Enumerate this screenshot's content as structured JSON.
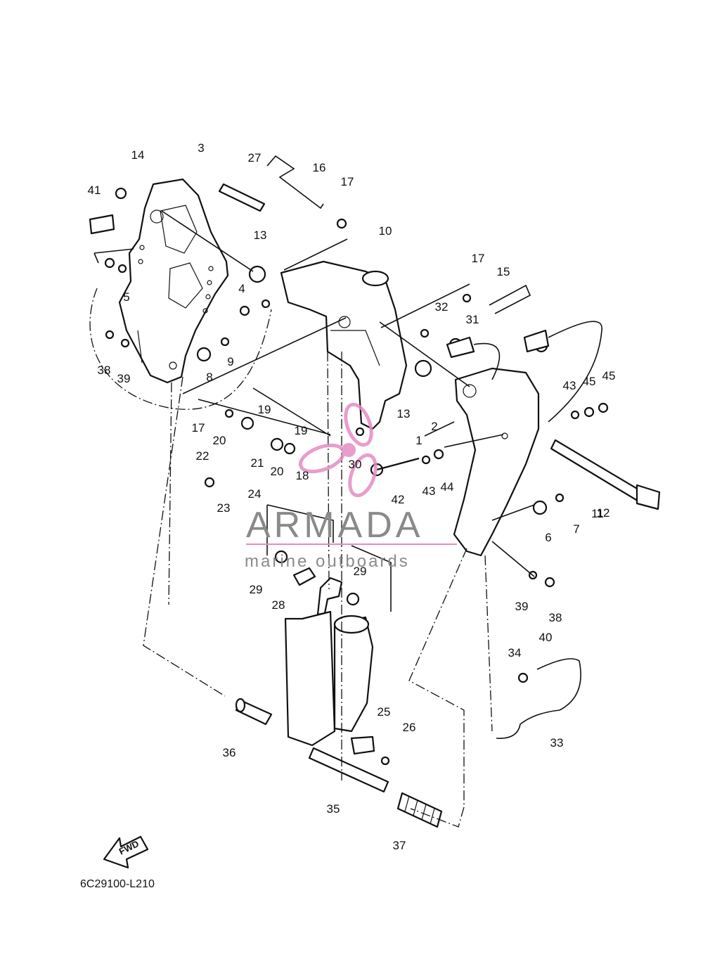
{
  "diagram": {
    "code": "6C29100-L210",
    "fwd_label": "FWD",
    "callouts": [
      "1",
      "2",
      "3",
      "4",
      "5",
      "6",
      "7",
      "8",
      "9",
      "10",
      "11",
      "12",
      "13",
      "13",
      "14",
      "15",
      "16",
      "17",
      "17",
      "17",
      "18",
      "19",
      "19",
      "20",
      "20",
      "21",
      "22",
      "23",
      "24",
      "25",
      "26",
      "27",
      "28",
      "29",
      "29",
      "30",
      "31",
      "32",
      "33",
      "34",
      "35",
      "36",
      "37",
      "38",
      "38",
      "39",
      "39",
      "40",
      "41",
      "42",
      "43",
      "43",
      "44",
      "45",
      "45"
    ]
  },
  "watermark": {
    "brand": "ARMADA",
    "tagline": "marine outboards",
    "logo_color": "#e48cc4",
    "text_color": "#8a8a8a"
  }
}
